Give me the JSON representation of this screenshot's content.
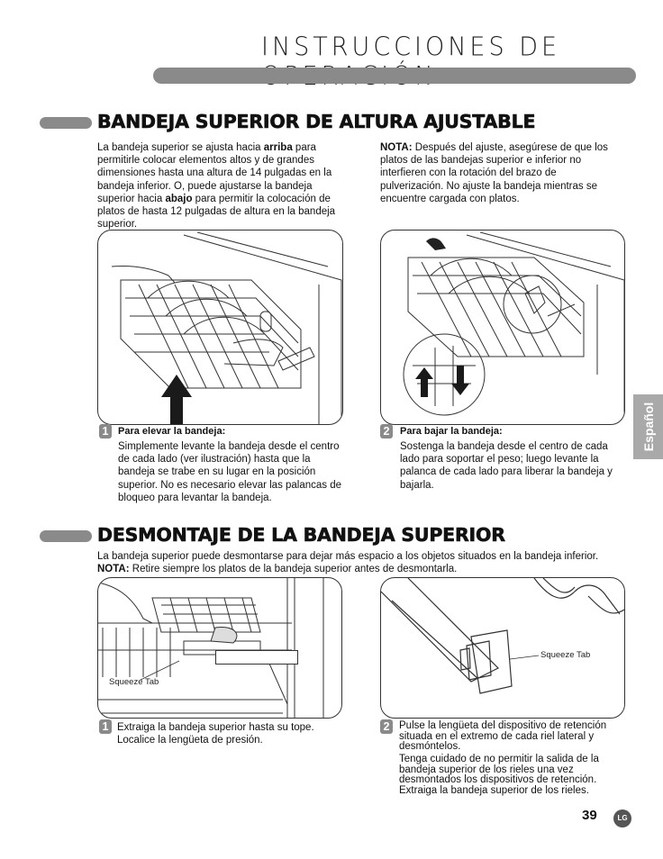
{
  "header": {
    "title": "INSTRUCCIONES DE OPERACIÓN"
  },
  "section1": {
    "title": "BANDEJA SUPERIOR DE ALTURA AJUSTABLE",
    "left_p": {
      "t1": "La bandeja superior se ajusta hacia ",
      "b1": "arriba",
      "t2": " para permitirle colocar elementos altos y de grandes dimensiones hasta una altura de 14 pulgadas en la bandeja inferior. O, puede ajustarse la bandeja superior hacia ",
      "b2": "abajo",
      "t3": " para permitir la colocación de platos de hasta 12 pulgadas de altura en la bandeja superior."
    },
    "right_p": {
      "b1": "NOTA:",
      "t1": " Después del ajuste, asegúrese de que los platos de las bandejas superior e inferior no interfieren con la rotación del brazo de pulverización. No ajuste la bandeja mientras se encuentre cargada con platos."
    },
    "step1": {
      "num": "1",
      "title": "Para elevar la bandeja:",
      "text": "Simplemente levante la bandeja desde el centro de cada lado (ver ilustración) hasta que la bandeja se trabe en su lugar en la posición superior. No es necesario elevar las palancas de bloqueo para levantar la bandeja."
    },
    "step2": {
      "num": "2",
      "title": "Para bajar la bandeja:",
      "text": "Sostenga la bandeja desde el centro de cada lado para soportar el peso; luego levante la palanca de cada lado para liberar la bandeja y bajarla."
    }
  },
  "section2": {
    "title": "DESMONTAJE DE LA BANDEJA SUPERIOR",
    "intro": {
      "t1": "La bandeja superior puede desmontarse para dejar más espacio a los objetos situados en la bandeja inferior. ",
      "b1": "NOTA:",
      "t2": " Retire siempre los platos de la bandeja superior antes de desmontarla."
    },
    "squeeze_tab_label": "Squeeze Tab",
    "step1": {
      "num": "1",
      "text": "Extraiga la bandeja superior hasta su tope. Localice la lengüeta de presión."
    },
    "step2": {
      "num": "2",
      "text": "Pulse la lengüeta del dispositivo de retención situada en el extremo de cada riel lateral y desmóntelos.",
      "text2": "Tenga cuidado de no permitir la salida de la bandeja superior de los rieles una vez desmontados los dispositivos de retención. Extraiga la bandeja superior de los rieles."
    }
  },
  "side_tab": "Español",
  "page_number": "39",
  "logo_text": "LG"
}
